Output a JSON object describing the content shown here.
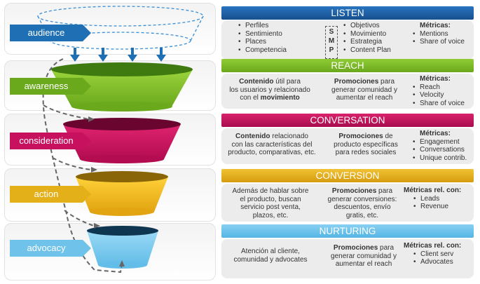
{
  "stages": [
    {
      "id": "audience",
      "label": "audience"
    },
    {
      "id": "awareness",
      "label": "awareness"
    },
    {
      "id": "consideration",
      "label": "consideration"
    },
    {
      "id": "action",
      "label": "action"
    },
    {
      "id": "advocacy",
      "label": "advocacy"
    }
  ],
  "colors": {
    "stage_arrow": "#1e6fb3",
    "listen": "#1a5fa8",
    "reach": "#7bbd28",
    "conversation": "#c8115e",
    "conversion": "#e4b01a",
    "nurturing": "#6fc3ea"
  },
  "listen": {
    "title": "LISTEN",
    "col1": [
      "Perfiles",
      "Sentimiento",
      "Places",
      "Competencia"
    ],
    "smp": [
      "S",
      "M",
      "P"
    ],
    "col2": [
      "Objetivos",
      "Movimiento",
      "Estrategia",
      "Content Plan"
    ],
    "metrics_label": "Métricas:",
    "metrics": [
      "Mentions",
      "Share of voice"
    ]
  },
  "reach": {
    "title": "REACH",
    "col1_bold": "Contenido",
    "col1_l1": " útil para",
    "col1_l2": "los usuarios y relacionado",
    "col1_l3a": "con el ",
    "col1_l3b": "movimiento",
    "col2_bold": "Promociones",
    "col2_l1": " para",
    "col2_l2": "generar comunidad y",
    "col2_l3": "aumentar el reach",
    "metrics_label": "Métricas:",
    "metrics": [
      "Reach",
      "Velocity",
      "Share of voice"
    ]
  },
  "conversation": {
    "title": "CONVERSATION",
    "col1_bold": "Contenido",
    "col1_l1": " relacionado",
    "col1_l2": "con las características del",
    "col1_l3": "producto, comparativas, etc.",
    "col2_bold": "Promociones",
    "col2_l1": " de",
    "col2_l2": "producto específicas",
    "col2_l3": "para redes sociales",
    "metrics_label": "Métricas:",
    "metrics": [
      "Engagement",
      "Conversations",
      "Unique contrib."
    ]
  },
  "conversion": {
    "title": "CONVERSION",
    "col1": [
      "Además de hablar sobre",
      "el producto, buscan",
      "servicio post venta,",
      "plazos, etc."
    ],
    "col2_bold": "Promociones",
    "col2_l1": " para",
    "col2_l2": "generar conversiones:",
    "col2_l3": "descuentos, envío",
    "col2_l4": "gratis, etc.",
    "metrics_label": "Métricas rel. con:",
    "metrics": [
      "Leads",
      "Revenue"
    ]
  },
  "nurturing": {
    "title": "NURTURING",
    "col1": [
      "Atención al cliente,",
      "comunidad y advocates"
    ],
    "col2_bold": "Promociones",
    "col2_l1": " para",
    "col2_l2": "generar comunidad y",
    "col2_l3": "aumentar el reach",
    "metrics_label": "Métricas rel. con:",
    "metrics": [
      "Client serv",
      "Advocates"
    ]
  }
}
